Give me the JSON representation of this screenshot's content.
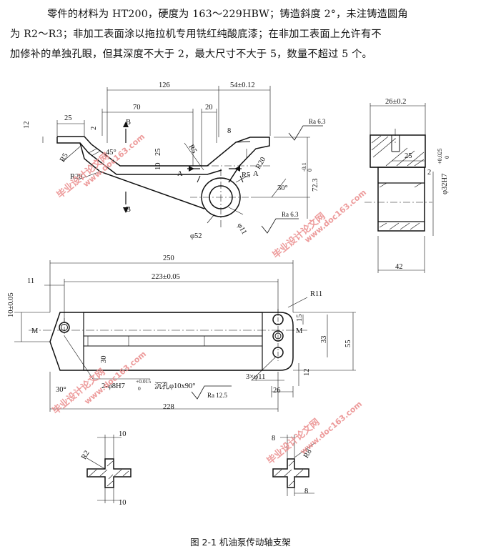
{
  "paragraph": {
    "line1": "零件的材料为 HT200，硬度为 163～229HBW；铸造斜度 2°，未注铸造圆角",
    "line2": "为 R2～R3；非加工表面涂以拖拉机专用铣红纯酸底漆；在非加工表面上允许有不",
    "line3": "加修补的单独孔眼，但其深度不大于 2，最大尺寸不大于 5，数量不超过 5 个。"
  },
  "caption": "图 2-1   机油泵传动轴支架",
  "watermarks": [
    "毕业设计论文网",
    "www.doc163.com"
  ],
  "front_view": {
    "dims": [
      "126",
      "54±0.12",
      "70",
      "20",
      "25",
      "12",
      "2",
      "8",
      "25",
      "10",
      "45°",
      "R5",
      "R5",
      "R20",
      "R20",
      "R5",
      "30°",
      "72.3",
      "-0.1",
      "0",
      "φ52",
      "φ11"
    ],
    "labels": [
      "B",
      "B",
      "A",
      "A"
    ],
    "roughness": [
      "Ra 6.3",
      "Ra 6.3"
    ]
  },
  "side_view": {
    "dims": [
      "26±0.2",
      "25",
      "2",
      "42"
    ],
    "bore": "φ32H7",
    "bore_tol_upper": "+0.025",
    "bore_tol_lower": "0"
  },
  "top_view": {
    "dims": [
      "250",
      "223±0.05",
      "11",
      "10±0.05",
      "R11",
      "15",
      "33",
      "55",
      "12",
      "30",
      "26",
      "228",
      "30°"
    ],
    "labels": [
      "M",
      "M"
    ],
    "hole_note": "2-φ8H7",
    "hole_tol_upper": "+0.015",
    "hole_tol_lower": "0",
    "hole_note_suffix": "沉孔φ10x90°",
    "holes_3": "3×φ11",
    "roughness": "Ra 12.5"
  },
  "section_A": {
    "dims": [
      "10",
      "R2",
      "10"
    ]
  },
  "section_B": {
    "dims": [
      "8",
      "R8",
      "8"
    ]
  }
}
